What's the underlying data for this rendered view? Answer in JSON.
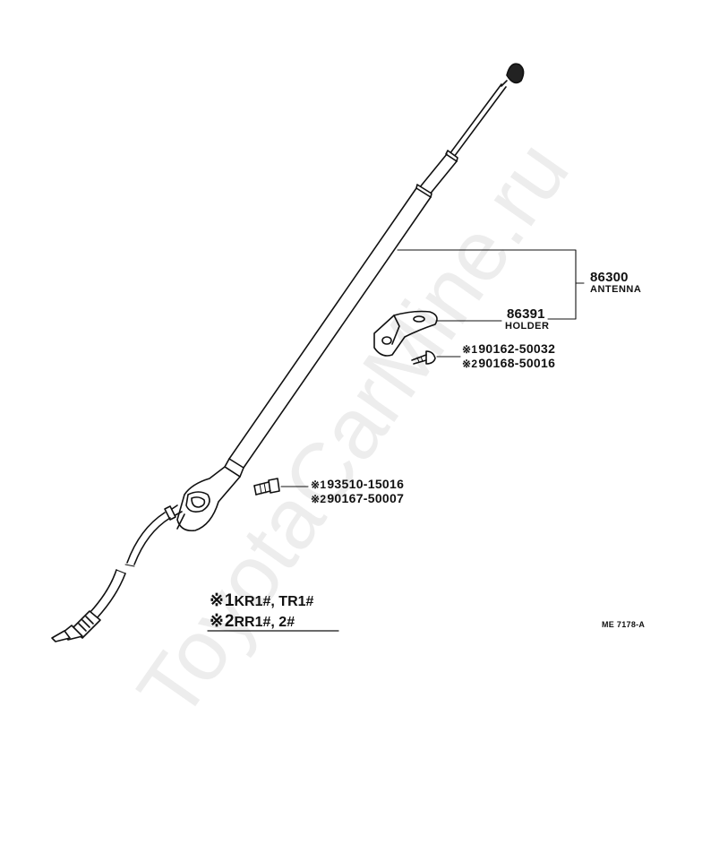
{
  "callouts": {
    "antenna": {
      "number": "86300",
      "caption": "ANTENNA"
    },
    "holder": {
      "number": "86391",
      "caption": "HOLDER"
    },
    "holder_screw": {
      "line1": {
        "mark": "※1",
        "part": "90162-50032"
      },
      "line2": {
        "mark": "※2",
        "part": "90168-50016"
      }
    },
    "base_bolt": {
      "line1": {
        "mark": "※1",
        "part": "93510-15016"
      },
      "line2": {
        "mark": "※2",
        "part": "90167-50007"
      }
    }
  },
  "legend": {
    "row1": {
      "mark": "※",
      "num": "1",
      "models": "KR1#, TR1#"
    },
    "row2": {
      "mark": "※",
      "num": "2",
      "models": "RR1#, 2#"
    }
  },
  "diagram_code": "ME 7178-A",
  "watermark": "ToyotaCarMine.ru",
  "colors": {
    "ink": "#111111",
    "paper": "#ffffff"
  }
}
